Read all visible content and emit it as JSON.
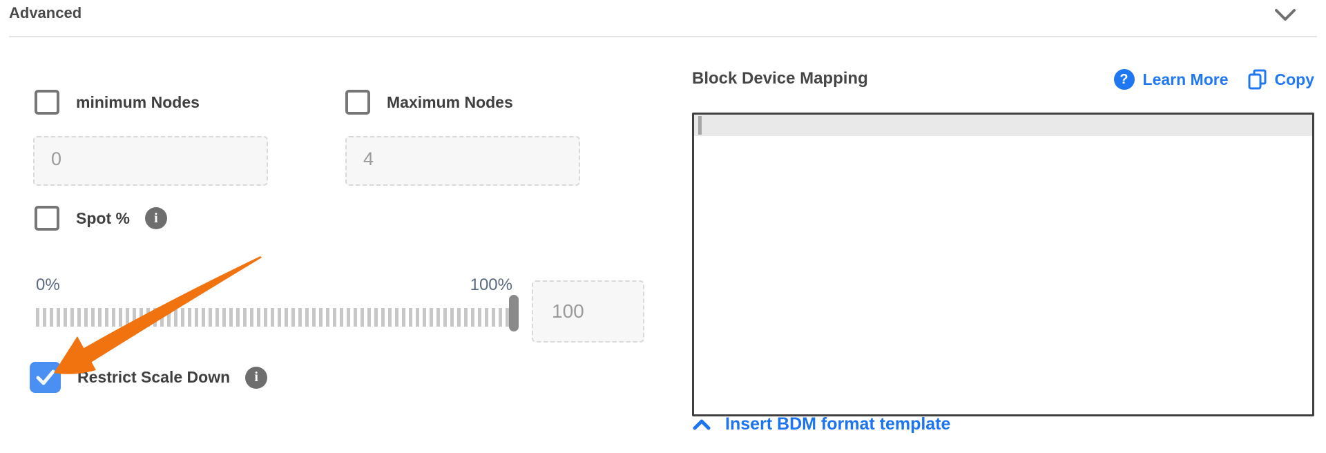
{
  "header": {
    "title": "Advanced"
  },
  "advanced_form": {
    "minimum_nodes": {
      "label": "minimum Nodes",
      "checked": false,
      "value": "0"
    },
    "maximum_nodes": {
      "label": "Maximum Nodes",
      "checked": false,
      "value": "4"
    },
    "spot_percentage": {
      "label": "Spot %",
      "checked": false
    },
    "spot_slider": {
      "min_label": "0%",
      "max_label": "100%",
      "value": "100",
      "position_percent": 100
    },
    "restrict_scale_down": {
      "label": "Restrict Scale Down",
      "checked": true
    }
  },
  "block_device_mapping": {
    "title": "Block Device Mapping",
    "learn_more_label": "Learn More",
    "copy_label": "Copy",
    "editor_content": "",
    "insert_template_label": "Insert BDM format template"
  },
  "icons": {
    "header_collapse": "chevron-down",
    "info_glyph": "i",
    "help_glyph": "?",
    "copy": "copy-squares",
    "insert_collapse": "chevron-up",
    "annotation": "orange-arrow"
  },
  "colors": {
    "link_blue": "#1f78f2",
    "checked_checkbox_blue": "#4a90f2",
    "annotation_arrow_orange": "#f1730f",
    "slider_label_slate": "#5a6a85",
    "label_gray": "#3f3f3f",
    "placeholder_gray": "#9b9b9b"
  }
}
